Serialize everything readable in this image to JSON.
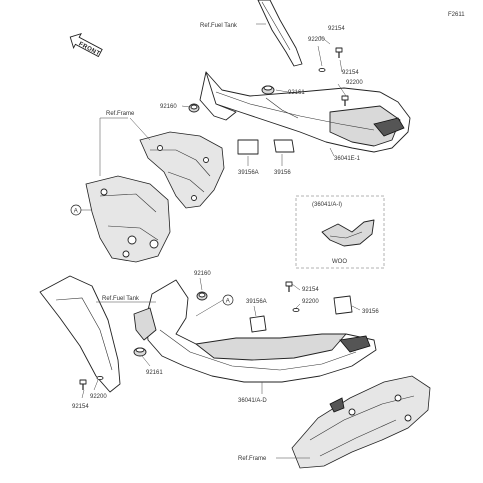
{
  "figure_id": "F2611",
  "front_badge": "FRONT",
  "callouts": {
    "ref_fuel_tank_top": "Ref.Fuel Tank",
    "ref_fuel_tank_bottom": "Ref.Fuel Tank",
    "ref_frame_top": "Ref.Frame",
    "ref_frame_bottom": "Ref.Frame",
    "p92154_a": "92154",
    "p92200_a": "92200",
    "p92154_b": "92154",
    "p92200_b": "92200",
    "p92161_a": "92161",
    "p92160_a": "92160",
    "p39156a_a": "39156A",
    "p39156_a": "39156",
    "p36041e": "36041E-1",
    "p92160_b": "92160",
    "p39156a_b": "39156A",
    "p92154_c": "92154",
    "p92200_c": "92200",
    "p39156_b": "39156",
    "p92161_b": "92161",
    "p92200_d": "92200",
    "p92154_d": "92154",
    "p36041ad": "36041/A-D",
    "circle_a_top": "A",
    "circle_a_bottom": "A"
  },
  "inset": {
    "title": "(36041/A-I)",
    "footer": "WOO"
  }
}
